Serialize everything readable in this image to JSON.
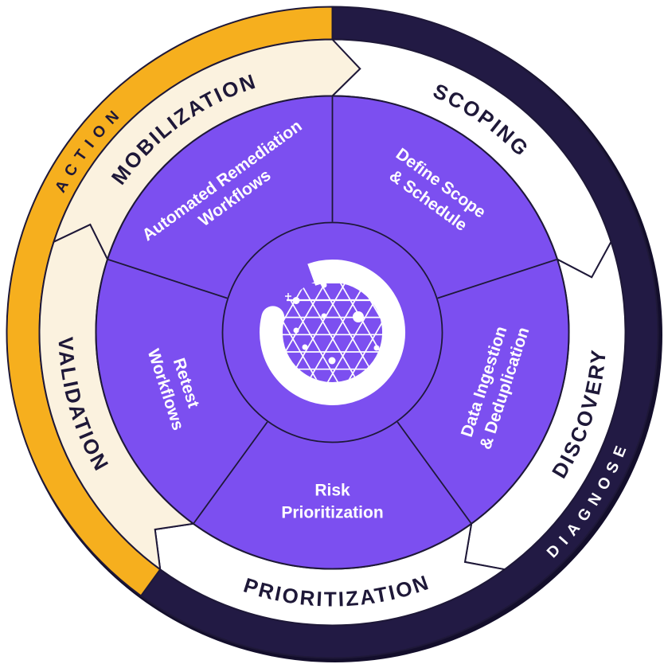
{
  "colors": {
    "purple": "#7C4FF0",
    "navy": "#221A44",
    "yellow": "#F6AF1E",
    "cream": "#FBF2DF",
    "white": "#FFFFFF",
    "text_dark": "#1E1838",
    "line": "#1E1838",
    "shadow": "#130E2B"
  },
  "outer_ring": {
    "segments": [
      {
        "id": "diagnose",
        "label": "DIAGNOSE",
        "from": 90,
        "to": -126,
        "fill": "navy",
        "text_fill": "white",
        "dir": "ccw",
        "label_center": -33
      },
      {
        "id": "action",
        "label": "ACTION",
        "from": -126,
        "to": -270,
        "fill": "yellow",
        "text_fill": "text_dark",
        "dir": "cw",
        "label_center": 143
      }
    ]
  },
  "middle_ring": {
    "segments": [
      {
        "id": "mobilization",
        "label": "MOBILIZATION",
        "from": 162,
        "to": 90,
        "fill": "cream",
        "dir": "cw",
        "label_center": 126
      },
      {
        "id": "scoping",
        "label": "SCOPING",
        "from": 90,
        "to": 18,
        "fill": "white",
        "dir": "cw",
        "label_center": 55
      },
      {
        "id": "discovery",
        "label": "DISCOVERY",
        "from": 18,
        "to": -54,
        "fill": "white",
        "dir": "ccw",
        "label_center": -18
      },
      {
        "id": "prioritization",
        "label": "PRIORITIZATION",
        "from": -54,
        "to": -126,
        "fill": "white",
        "dir": "ccw",
        "label_center": -89
      },
      {
        "id": "validation",
        "label": "VALIDATION",
        "from": -126,
        "to": -198,
        "fill": "cream",
        "dir": "ccw",
        "label_center": 196
      }
    ]
  },
  "wheel": {
    "divider_angles": [
      90,
      18,
      -54,
      -126,
      162
    ],
    "sectors": [
      {
        "id": "automated-remediation-workflows",
        "line1": "Automated Remediation",
        "line2": "Workflows",
        "angle": 126,
        "r": 222,
        "rot": -36
      },
      {
        "id": "define-scope-schedule",
        "line1": "Define Scope",
        "line2": "& Schedule",
        "angle": 54,
        "r": 218,
        "rot": 36
      },
      {
        "id": "data-ingestion-deduplication",
        "line1": "Data Ingestion",
        "line2": "& Deduplication",
        "angle": -18,
        "r": 214,
        "rot": -72
      },
      {
        "id": "risk-prioritization",
        "line1": "Risk",
        "line2": "Prioritization",
        "angle": -90,
        "r": 213,
        "rot": 0
      },
      {
        "id": "retest-workflows",
        "line1": "Retest",
        "line2": "Workflows",
        "angle": 199,
        "r": 208,
        "rot": 72
      }
    ]
  },
  "center": {
    "logo": "circular-mesh-sphere-logo"
  }
}
